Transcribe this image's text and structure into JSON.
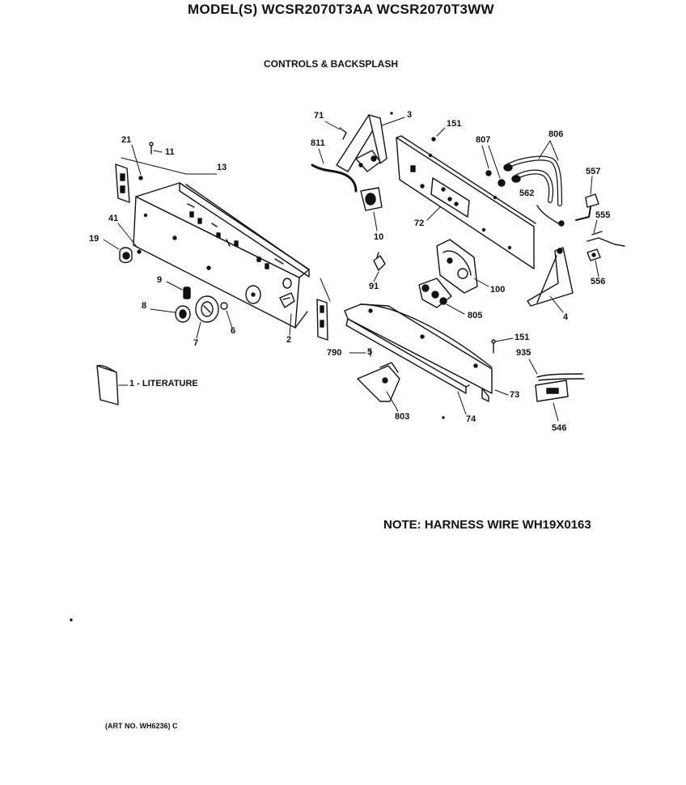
{
  "header": {
    "model_line": "MODEL(S) WCSR2070T3AA  WCSR2070T3WW",
    "section_title": "CONTROLS & BACKSPLASH"
  },
  "parts": [
    {
      "id": "p71",
      "label": "71"
    },
    {
      "id": "p3",
      "label": "3"
    },
    {
      "id": "p151a",
      "label": "151"
    },
    {
      "id": "p807",
      "label": "807"
    },
    {
      "id": "p806",
      "label": "806"
    },
    {
      "id": "p811",
      "label": "811"
    },
    {
      "id": "p21",
      "label": "21"
    },
    {
      "id": "p11",
      "label": "11"
    },
    {
      "id": "p13",
      "label": "13"
    },
    {
      "id": "p557",
      "label": "557"
    },
    {
      "id": "p562",
      "label": "562"
    },
    {
      "id": "p72",
      "label": "72"
    },
    {
      "id": "p10",
      "label": "10"
    },
    {
      "id": "p555",
      "label": "555"
    },
    {
      "id": "p41",
      "label": "41"
    },
    {
      "id": "p19",
      "label": "19"
    },
    {
      "id": "p556",
      "label": "556"
    },
    {
      "id": "p91",
      "label": "91"
    },
    {
      "id": "p100",
      "label": "100"
    },
    {
      "id": "p9",
      "label": "9"
    },
    {
      "id": "p4",
      "label": "4"
    },
    {
      "id": "p8",
      "label": "8"
    },
    {
      "id": "p805",
      "label": "805"
    },
    {
      "id": "p6",
      "label": "6"
    },
    {
      "id": "p2",
      "label": "2"
    },
    {
      "id": "p7",
      "label": "7"
    },
    {
      "id": "p151b",
      "label": "151"
    },
    {
      "id": "p935",
      "label": "935"
    },
    {
      "id": "p790",
      "label": "790"
    },
    {
      "id": "p5",
      "label": "5"
    },
    {
      "id": "p73",
      "label": "73"
    },
    {
      "id": "p803",
      "label": "803"
    },
    {
      "id": "p74",
      "label": "74"
    },
    {
      "id": "p546",
      "label": "546"
    },
    {
      "id": "p1",
      "label": "1 - LITERATURE"
    }
  ],
  "note": "NOTE: HARNESS WIRE WH19X0163",
  "art_number": "(ART NO. WH6236) C"
}
